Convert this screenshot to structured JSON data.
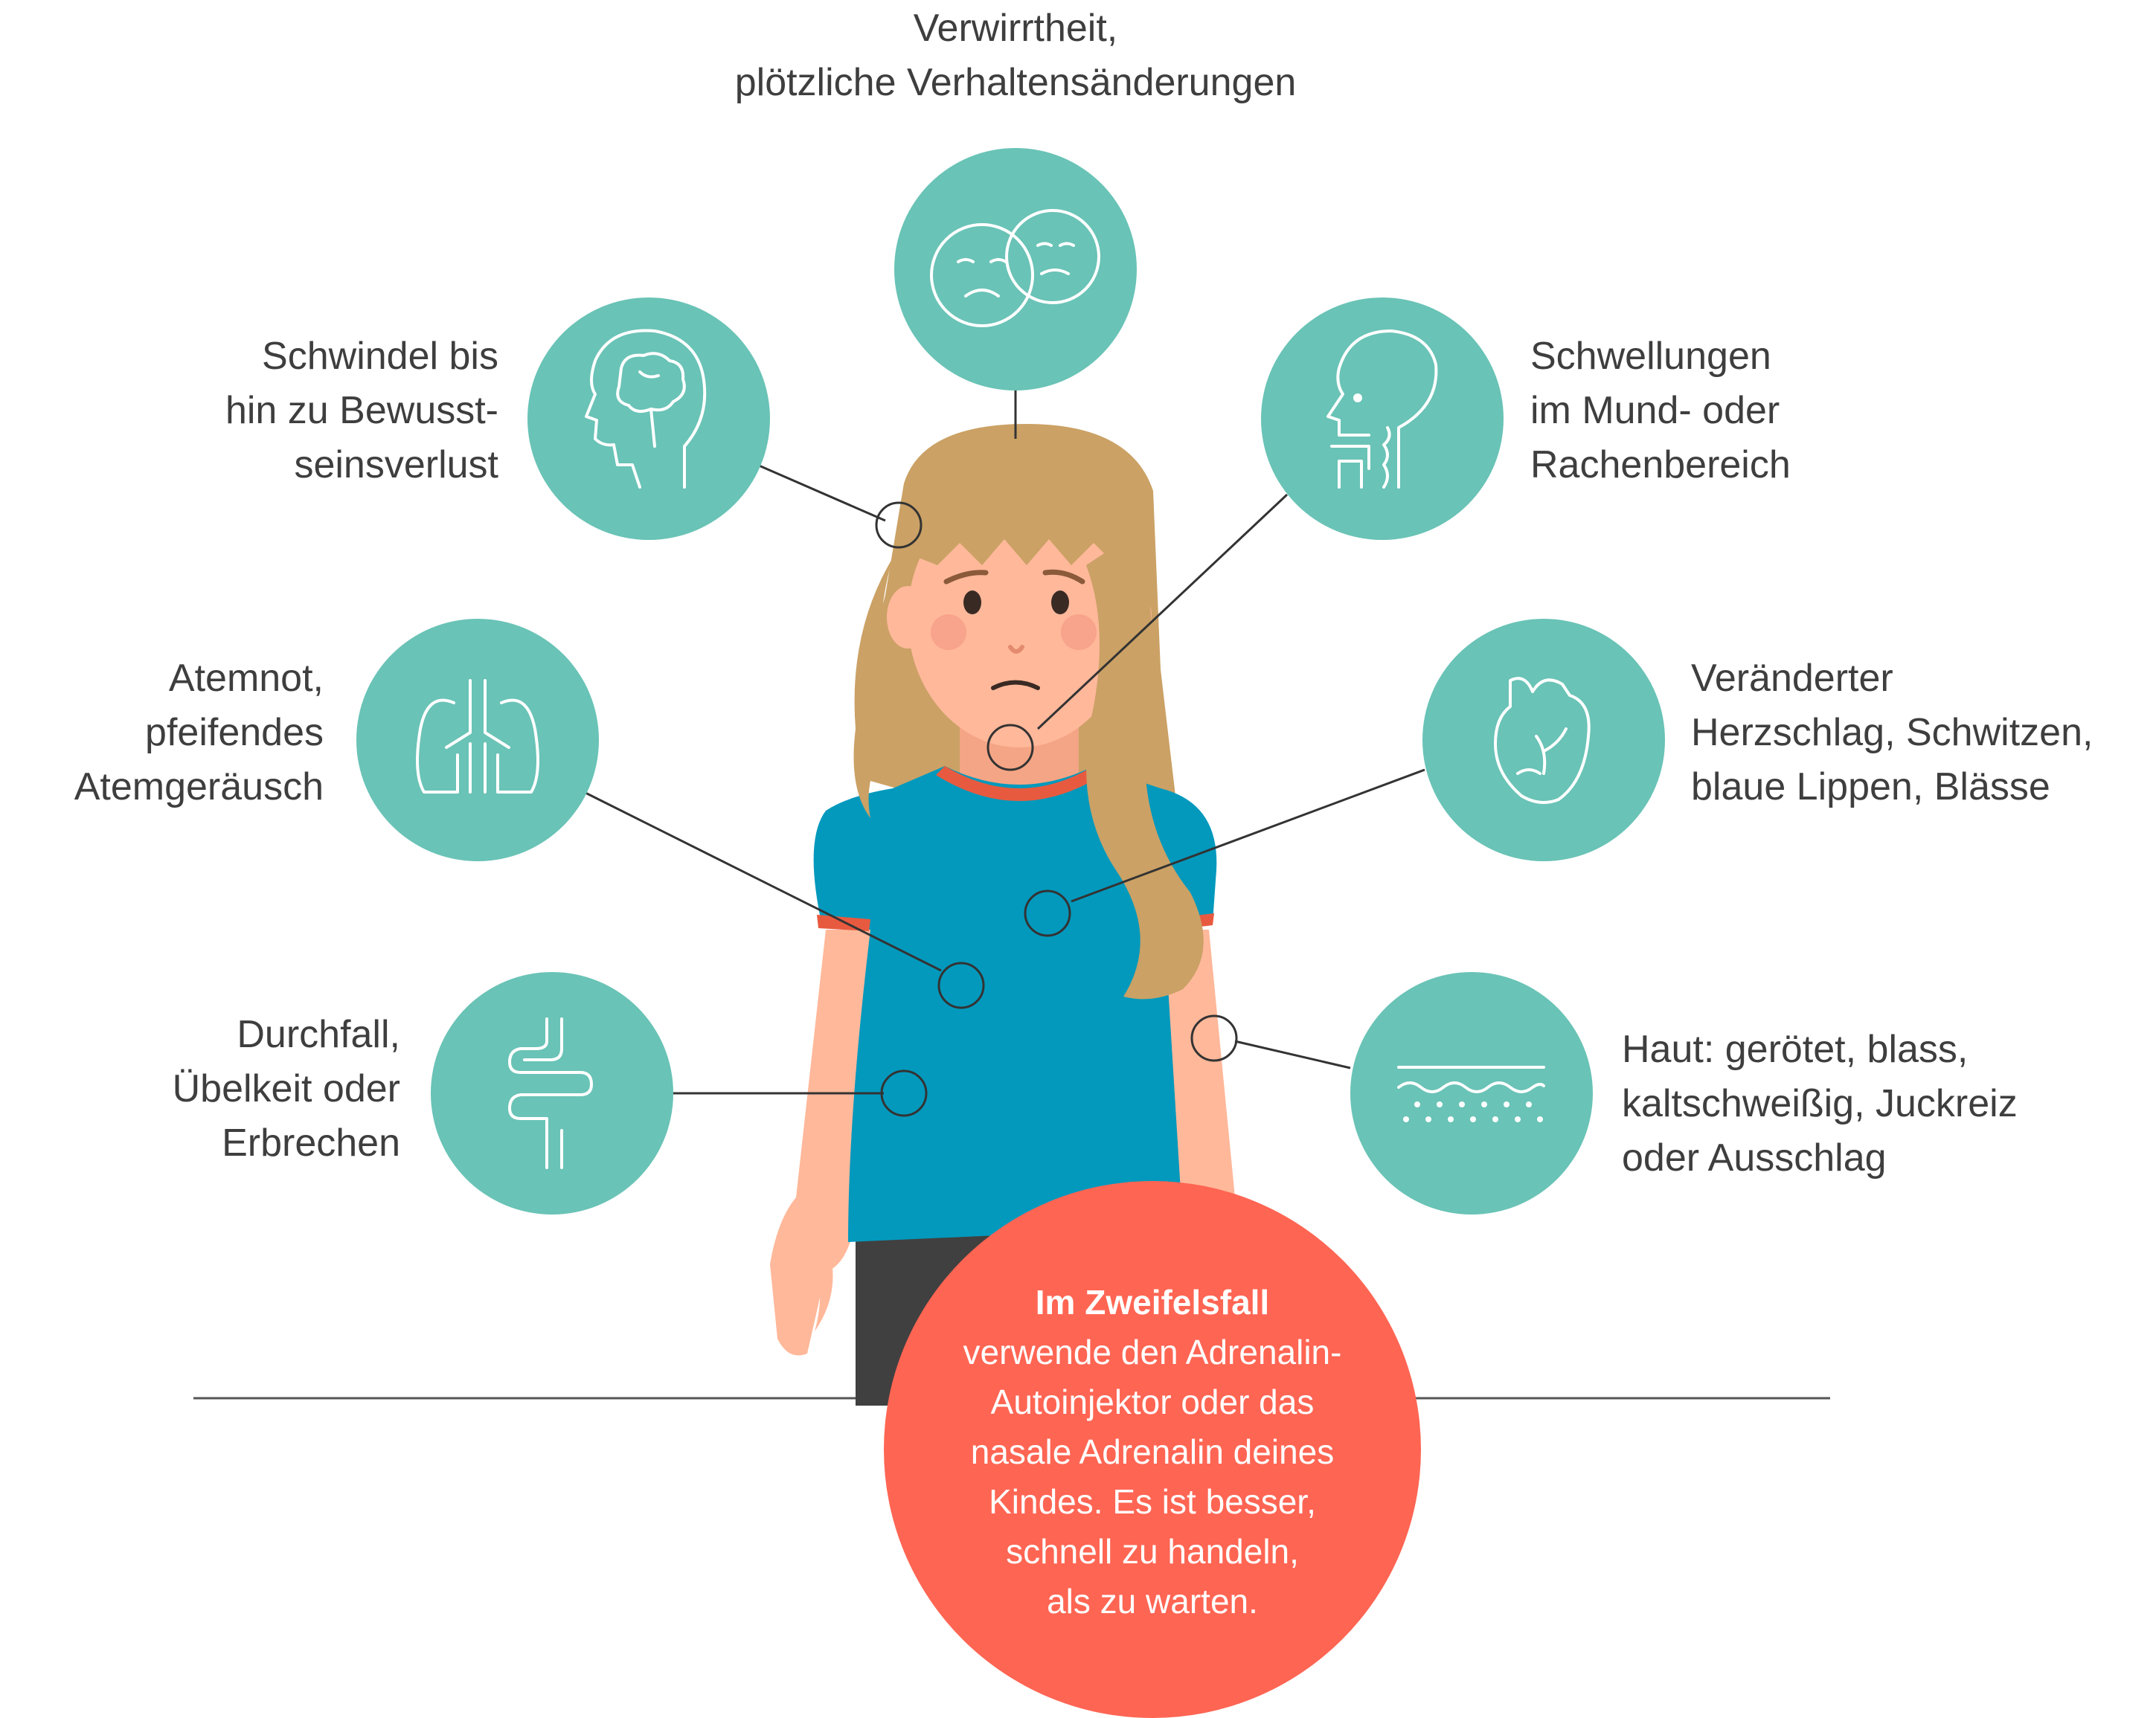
{
  "colors": {
    "teal": "#69c3b6",
    "coral": "#ff6553",
    "shirt": "#0399bd",
    "hair": "#cba165",
    "skin": "#ffb89a",
    "line": "#333333"
  },
  "symptoms": {
    "confusion": {
      "icon": "faces-icon",
      "lines": [
        "Verwirrtheit,",
        "plötzliche Verhaltensänderungen"
      ]
    },
    "dizziness": {
      "icon": "head-brain-icon",
      "lines": [
        "Schwindel bis",
        "hin zu Bewusst-",
        "seinsverlust"
      ]
    },
    "swelling": {
      "icon": "head-throat-icon",
      "lines": [
        "Schwellungen",
        "im Mund- oder",
        "Rachenbereich"
      ]
    },
    "breathing": {
      "icon": "lungs-icon",
      "lines": [
        "Atemnot,",
        "pfeifendes",
        "Atemgeräusch"
      ]
    },
    "heart": {
      "icon": "heart-icon",
      "lines": [
        "Veränderter",
        "Herzschlag, Schwitzen,",
        "blaue Lippen, Blässe"
      ]
    },
    "digestion": {
      "icon": "intestine-icon",
      "lines": [
        "Durchfall,",
        "Übelkeit oder",
        "Erbrechen"
      ]
    },
    "skin": {
      "icon": "skin-layers-icon",
      "lines": [
        "Haut: gerötet, blass,",
        "kaltschweißig, Juckreiz",
        "oder Ausschlag"
      ]
    }
  },
  "callout": {
    "title": "Im Zweifelsfall",
    "lines": [
      "verwende den Adrenalin-",
      "Autoinjektor oder das",
      "nasale Adrenalin deines",
      "Kindes. Es ist besser,",
      "schnell zu handeln,",
      "als zu warten."
    ]
  }
}
